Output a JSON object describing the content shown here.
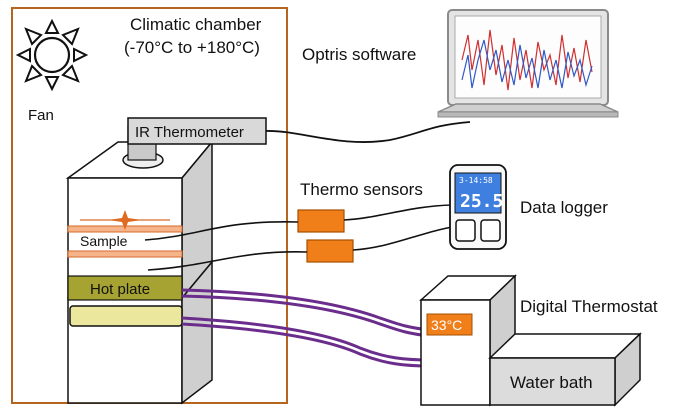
{
  "labels": {
    "chamber_title": "Climatic chamber",
    "chamber_range": "(-70°C to +180°C)",
    "fan": "Fan",
    "ir_thermometer": "IR Thermometer",
    "software": "Optris software",
    "thermo_sensors": "Thermo sensors",
    "data_logger": "Data logger",
    "sample": "Sample",
    "hot_plate": "Hot plate",
    "digital_thermostat": "Digital Thermostat",
    "water_bath": "Water bath",
    "thermostat_display": "33°C",
    "logger_display_top": "3-14:58",
    "logger_display_value": "25.5"
  },
  "icons": {
    "fan": "fan-icon",
    "laptop": "laptop-icon",
    "data_logger": "data-logger-icon"
  },
  "colors": {
    "chamber_border": "#b5651d",
    "sensor_orange": "#f07f1a",
    "hot_plate": "#a6a333",
    "hot_plate_light": "#ebe79c",
    "tubing": "#6b2d8c",
    "lcd_blue": "#3f7fe0",
    "sample_layer": "#f6b48a"
  }
}
